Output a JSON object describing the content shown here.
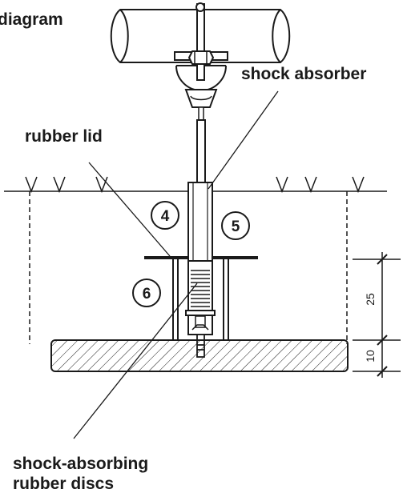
{
  "labels": {
    "title_fragment": "diagram",
    "rubber_lid": "rubber lid",
    "shock_absorber": "shock absorber",
    "discs_line1": "shock-absorbing",
    "discs_line2": "rubber discs"
  },
  "callouts": [
    "4",
    "5",
    "6"
  ],
  "dimensions": [
    "25",
    "10"
  ],
  "colors": {
    "ink": "#1a1a1a",
    "background": "#ffffff"
  }
}
